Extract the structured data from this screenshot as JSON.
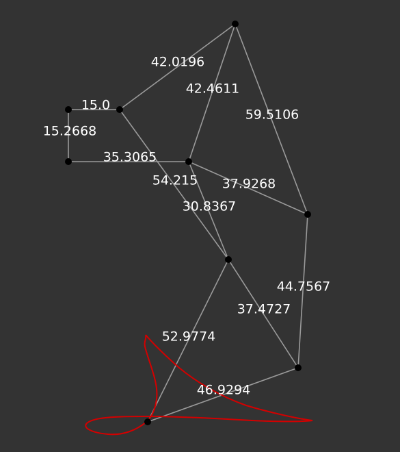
{
  "graph": {
    "nodes": [
      "n1",
      "n2",
      "n3",
      "n4",
      "n5",
      "n6",
      "n7",
      "n8"
    ],
    "edges": [
      {
        "from": "n1",
        "to": "n2",
        "weight": "15.0"
      },
      {
        "from": "n1",
        "to": "n3",
        "weight": "15.2668"
      },
      {
        "from": "n2",
        "to": "n4",
        "weight": "42.0196"
      },
      {
        "from": "n2",
        "to": "n6",
        "weight": "54.215"
      },
      {
        "from": "n3",
        "to": "n5",
        "weight": "35.3065"
      },
      {
        "from": "n4",
        "to": "n5",
        "weight": "42.4611"
      },
      {
        "from": "n4",
        "to": "n7",
        "weight": "59.5106"
      },
      {
        "from": "n5",
        "to": "n7",
        "weight": "37.9268"
      },
      {
        "from": "n5",
        "to": "n6",
        "weight": "30.8367"
      },
      {
        "from": "n7",
        "to": "n9",
        "weight": "44.7567"
      },
      {
        "from": "n6",
        "to": "n9",
        "weight": "37.4727"
      },
      {
        "from": "n6",
        "to": "n8",
        "weight": "52.9774"
      },
      {
        "from": "n8",
        "to": "n9",
        "weight": "46.9294"
      }
    ]
  },
  "colors": {
    "background": "#333333",
    "edge": "#9a9a9a",
    "node": "#000000",
    "label": "#ffffff",
    "highlight_curve": "#d40000"
  }
}
